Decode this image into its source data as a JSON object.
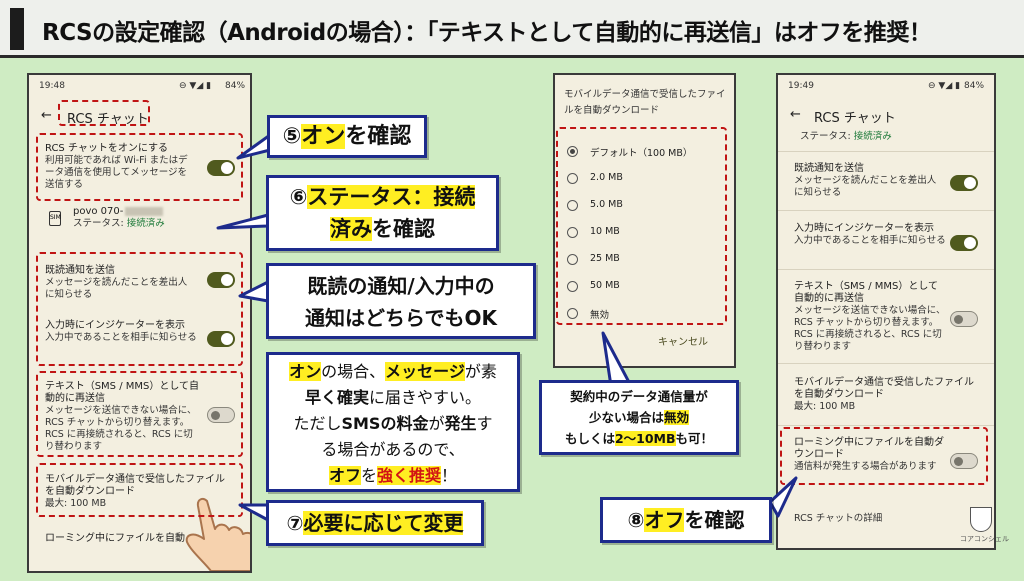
{
  "header": {
    "title": "RCSの設定確認（Androidの場合）：「テキストとして自動的に再送信」はオフを推奨！"
  },
  "phone1": {
    "time": "19:48",
    "battery": "84%",
    "title": "RCS チャット",
    "rcs_on": {
      "title": "RCS チャットをオンにする",
      "desc": "利用可能であれば Wi-Fi またはデータ通信を使用してメッセージを送信する"
    },
    "account": {
      "number": "povo 070-",
      "status_label": "ステータス: ",
      "status_value": "接続済み"
    },
    "read": {
      "title": "既読通知を送信",
      "desc": "メッセージを読んだことを差出人に知らせる"
    },
    "typing": {
      "title": "入力時にインジケーターを表示",
      "desc": "入力中であることを相手に知らせる"
    },
    "resend": {
      "title": "テキスト（SMS / MMS）として自動的に再送信",
      "desc": "メッセージを送信できない場合に、RCS チャットから切り替えます。RCS に再接続されると、RCS に切り替わります"
    },
    "download": {
      "title": "モバイルデータ通信で受信したファイルを自動ダウンロード",
      "desc": "最大: 100 MB"
    },
    "roaming": "ローミング中にファイルを自動"
  },
  "dialog": {
    "title": "モバイルデータ通信で受信したファイルを自動ダウンロード",
    "options": [
      "デフォルト（100 MB）",
      "2.0 MB",
      "5.0 MB",
      "10 MB",
      "25 MB",
      "50 MB",
      "無効"
    ],
    "cancel": "キャンセル"
  },
  "phone2": {
    "time": "19:49",
    "battery": "84%",
    "title": "RCS チャット",
    "status": "ステータス: ",
    "status_value": "接続済み",
    "read": {
      "title": "既読通知を送信",
      "desc": "メッセージを読んだことを差出人に知らせる"
    },
    "typing": {
      "title": "入力時にインジケーターを表示",
      "desc": "入力中であることを相手に知らせる"
    },
    "resend": {
      "title": "テキスト（SMS / MMS）として自動的に再送信",
      "desc": "メッセージを送信できない場合に、RCS チャットから切り替えます。RCS に再接続されると、RCS に切り替わります"
    },
    "download": {
      "title": "モバイルデータ通信で受信したファイルを自動ダウンロード",
      "desc": "最大: 100 MB"
    },
    "roaming": {
      "title": "ローミング中にファイルを自動ダウンロード",
      "desc": "通信料が発生する場合があります"
    },
    "details": "RCS チャットの詳細"
  },
  "callouts": {
    "c5_num": "⑤",
    "c5_hl": "オン",
    "c5_rest": "を確認",
    "c6_num": "⑥",
    "c6_hl1": "ステータス：接続",
    "c6_hl2": "済み",
    "c6_rest": "を確認",
    "c_read1": "既読の通知/入力中の",
    "c_read2": "通知はどちらでもOK",
    "c_note_a_hl": "オン",
    "c_note_a": "の場合、",
    "c_note_b_hl": "メッセージ",
    "c_note_b": "が素",
    "c_note_c": "早く確実",
    "c_note_d": "に届きやすい。",
    "c_note_e": "ただし",
    "c_note_f": "SMSの料金",
    "c_note_g": "が",
    "c_note_h": "発生",
    "c_note_i": "す",
    "c_note_j": "る場合があるので、",
    "c_note_k": "オフ",
    "c_note_l": "を",
    "c_note_m": "強く推奨",
    "c_note_n": "！",
    "c7_num": "⑦",
    "c7_hl": "必要に応じて変更",
    "c_data1": "契約中のデータ通信量が",
    "c_data2a": "少ない場合は",
    "c_data2b": "無効",
    "c_data3a": "もしくは",
    "c_data3b": "2〜10MB",
    "c_data3c": "も可！",
    "c8_num": "⑧",
    "c8_hl": "オフ",
    "c8_rest": "を確認"
  },
  "logo": {
    "text": "コアコンシェル"
  }
}
